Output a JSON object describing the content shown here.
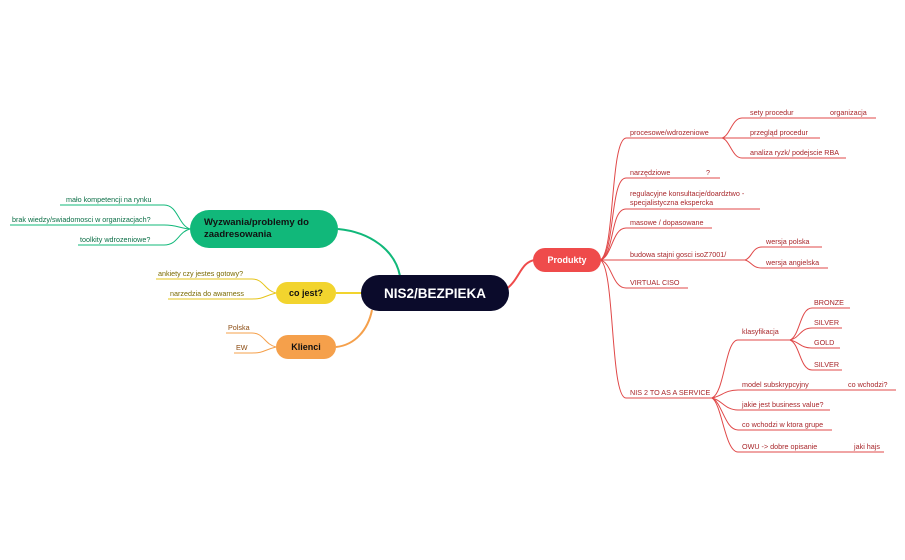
{
  "center": {
    "title": "NIS2/BEZPIEKA"
  },
  "produkty": {
    "label": "Produkty",
    "procesowe": "procesowe/wdrozeniowe",
    "sety": "sety procedur",
    "organizacja": "organizacja",
    "przeglad": "przegląd procedur",
    "analiza": "analiza ryzk/ podejscie RBA",
    "narzedziowe": "narzędziowe",
    "question": "?",
    "regulacyjne_1": "regulacyjne konsultacje/doardztwo -",
    "regulacyjne_2": "specjalistyczna ekspercka",
    "masowe": "masowe / dopasowane",
    "budowa": "budowa stajni gosci isoZ7001/",
    "wersja_polska": "wersja polska",
    "wersja_angielska": "wersja angielska",
    "virtual": "VIRTUAL CISO",
    "nis2_service": "NIS 2 TO AS A SERVICE",
    "klasyfikacja": "klasyfikacja",
    "bronze": "BRONZE",
    "silver1": "SILVER",
    "gold": "GOLD",
    "silver2": "SILVER",
    "model": "model subskrypcyjny",
    "co_wchodzi": "co wchodzi?",
    "business": "jakie jest business value?",
    "co_wchodzi_grupe": "co wchodzi w ktora grupe",
    "owu": "OWU -> dobre opisanie",
    "jaki_hajs": "jaki hajs"
  },
  "wyzwania": {
    "label_1": "Wyzwania/problemy do",
    "label_2": "zaadresowania",
    "malo": "mało kompetencji na rynku",
    "brak": "brak wiedzy/swiadomosci w organizacjach?",
    "toolkity": "toolkity wdrozeniowe?"
  },
  "cojest": {
    "label": "co jest?",
    "ankiety": "ankiety czy jestes gotowy?",
    "narzedzia": "narzedzia do awarness"
  },
  "klienci": {
    "label": "Klienci",
    "polska": "Polska",
    "ew": "EW"
  },
  "colors": {
    "center": "#0b0b2b",
    "produkty": "#ef4b4b",
    "wyzwania": "#11b87a",
    "cojest": "#f2d42e",
    "klienci": "#f5a04b"
  }
}
